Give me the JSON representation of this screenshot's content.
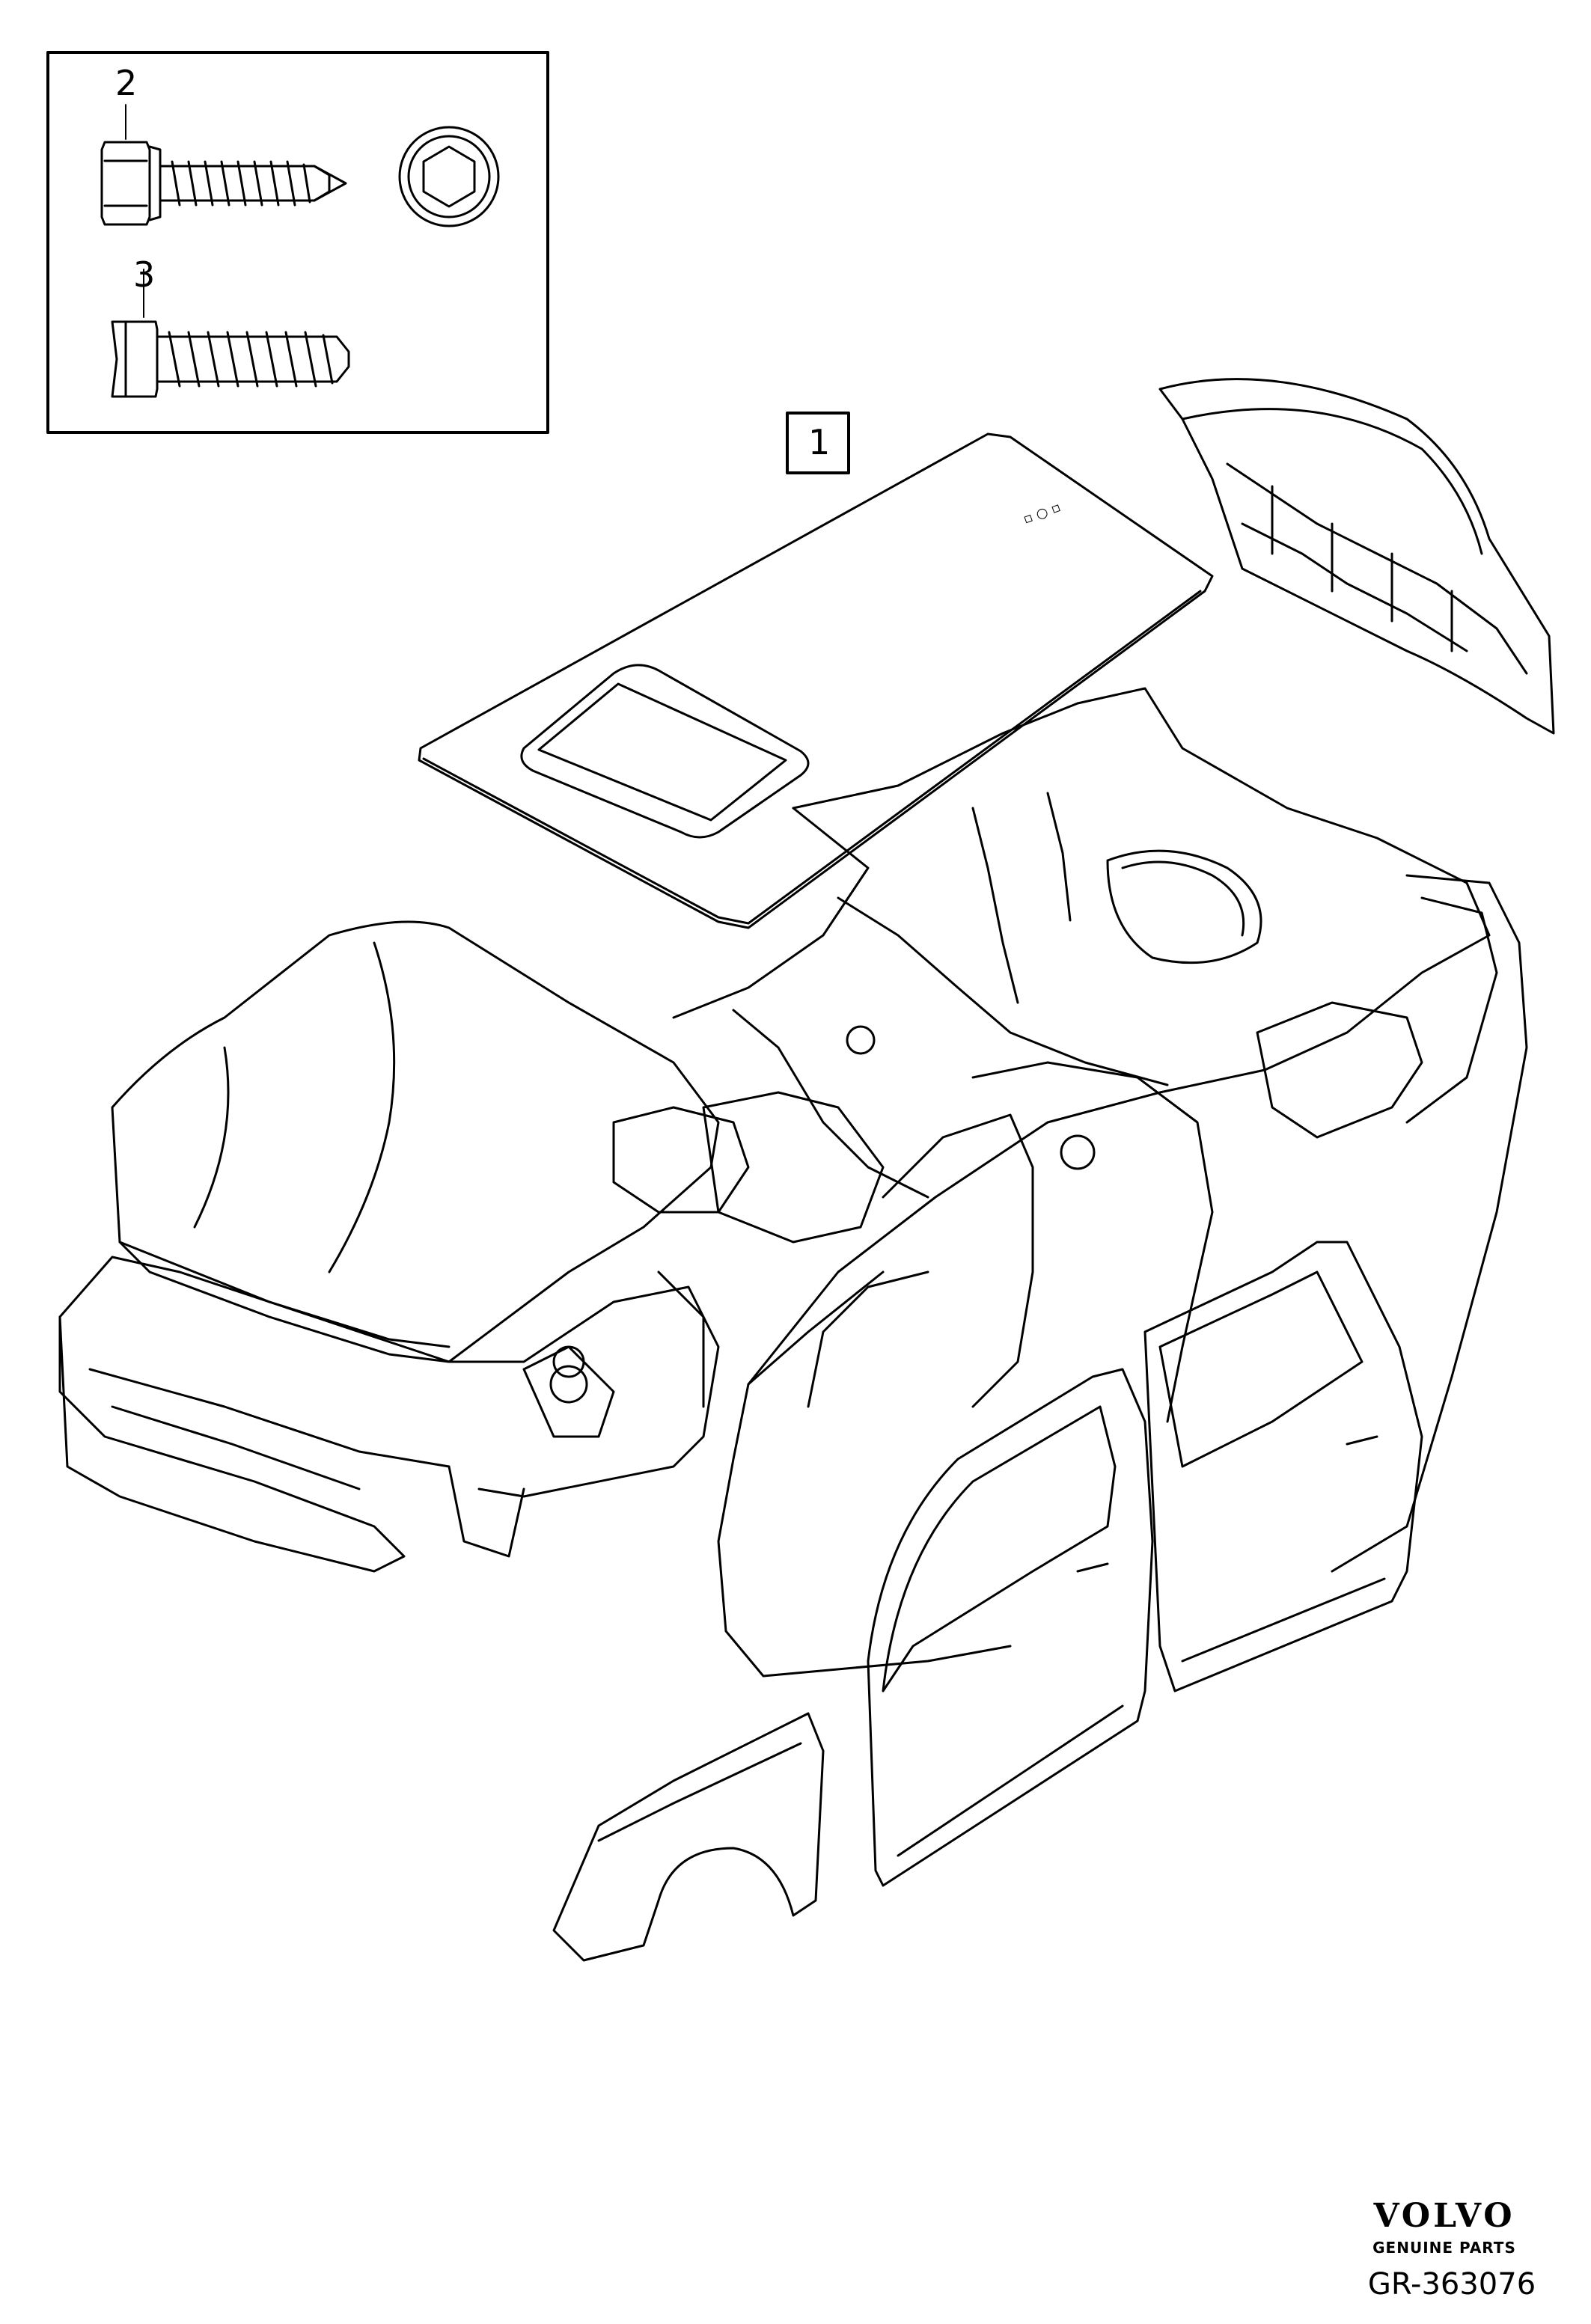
{
  "callouts": {
    "main_assembly": "1",
    "flange_screw": "2",
    "screw": "3"
  },
  "brand": {
    "logo_text": "VOLVO",
    "subtitle": "GENUINE PARTS"
  },
  "reference_code": "GR-363076",
  "colors": {
    "line": "#000000",
    "background": "#ffffff"
  }
}
